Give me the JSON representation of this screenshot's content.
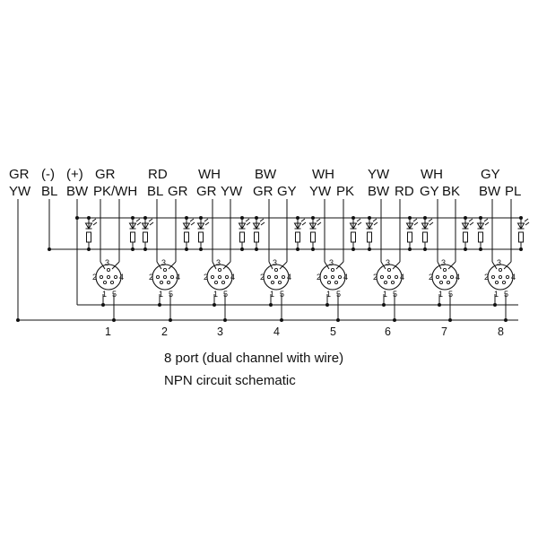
{
  "top_labels": {
    "common": [
      {
        "top": "GR",
        "bottom": "YW"
      },
      {
        "top": "(-)",
        "bottom": "BL"
      },
      {
        "top": "(+)",
        "bottom": "BW"
      }
    ],
    "ports": [
      {
        "top": "GR",
        "bottom_left": "PK",
        "bottom_right": "/WH"
      },
      {
        "top": "RD",
        "bottom_left": "BL",
        "bottom_right": "GR"
      },
      {
        "top": "WH",
        "bottom_left": "GR",
        "bottom_right": "YW"
      },
      {
        "top": "BW",
        "bottom_left": "GR",
        "bottom_right": "GY"
      },
      {
        "top": "WH",
        "bottom_left": "YW",
        "bottom_right": "PK"
      },
      {
        "top": "YW",
        "bottom_left": "BW",
        "bottom_right": "RD"
      },
      {
        "top": "WH",
        "bottom_left": "GY",
        "bottom_right": "BK"
      },
      {
        "top": "GY",
        "bottom_left": "BW",
        "bottom_right": "PL"
      }
    ]
  },
  "pin_labels": [
    "1",
    "2",
    "3",
    "4",
    "5"
  ],
  "port_numbers": [
    "1",
    "2",
    "3",
    "4",
    "5",
    "6",
    "7",
    "8"
  ],
  "caption": {
    "line1": "8 port (dual channel with wire)",
    "line2": "NPN circuit schematic"
  }
}
